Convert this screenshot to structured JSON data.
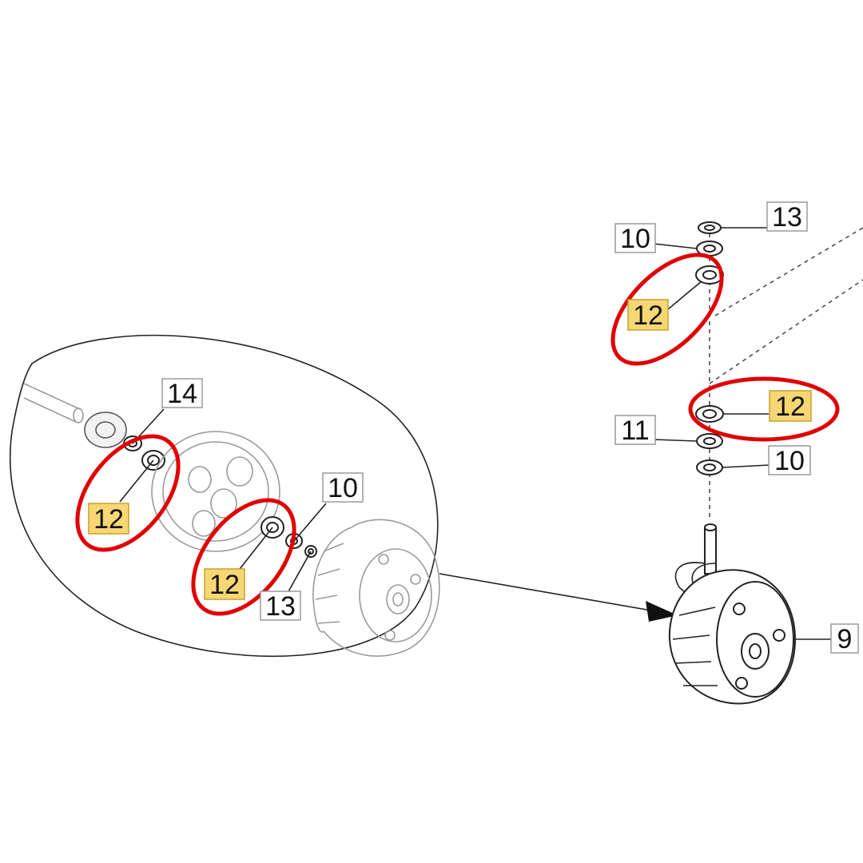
{
  "labels": {
    "detail_14": "14",
    "detail_12_left": "12",
    "detail_10": "10",
    "detail_12_mid": "12",
    "detail_13": "13",
    "top_13": "13",
    "top_10": "10",
    "top_12": "12",
    "right_12": "12",
    "right_11": "11",
    "right_10": "10",
    "wheel_9": "9"
  },
  "highlight": {
    "ring_color": "#e00000",
    "label_fill": "#f7d774"
  }
}
